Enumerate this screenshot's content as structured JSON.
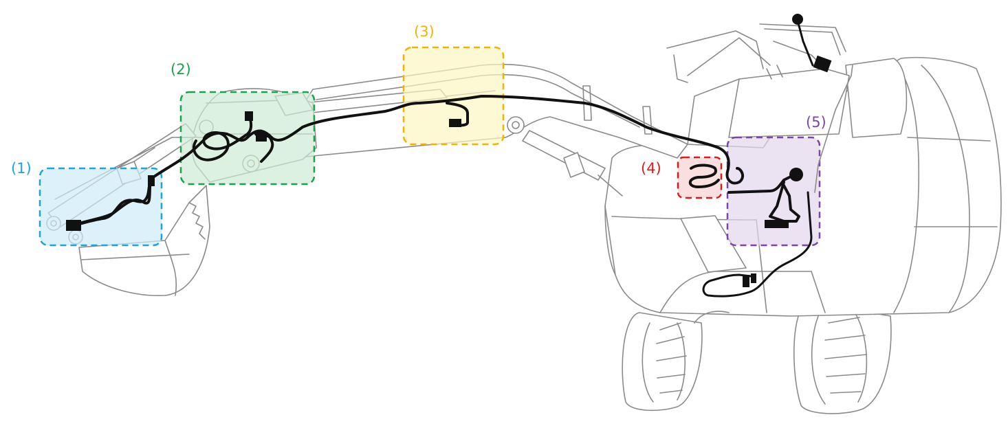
{
  "regions": [
    {
      "label": "(1)",
      "color": "#1aa3dd",
      "fill": "#cdebf7"
    },
    {
      "label": "(2)",
      "color": "#17a34a",
      "fill": "#cdebd6"
    },
    {
      "label": "(3)",
      "color": "#f0b400",
      "fill": "#fdf7c3"
    },
    {
      "label": "(4)",
      "color": "#d61c1c",
      "fill": "#f6d2d2"
    },
    {
      "label": "(5)",
      "color": "#7b45a8",
      "fill": "#e2d6ec"
    }
  ]
}
